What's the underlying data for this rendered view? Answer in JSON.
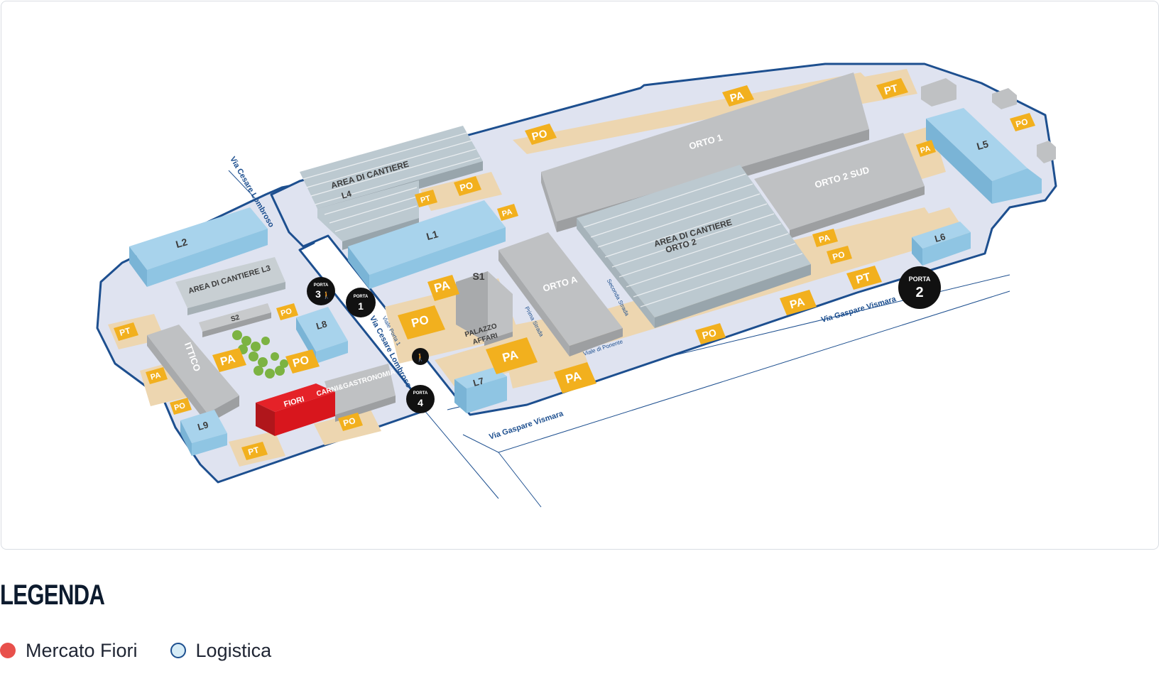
{
  "map": {
    "roads": {
      "via_cesare_lombroso_north": "Via Cesare Lombroso",
      "via_cesare_lombroso_south": "Via Cesare Lombroso",
      "via_gaspare_vismara_south": "Via Gaspare Vismara",
      "via_gaspare_vismara_east": "Via Gaspare Vismara",
      "viale_porta_1": "Viale Porta 1",
      "prima_strada": "Prima Strada",
      "seconda_strada": "Seconda Strada",
      "viale_di_ponente": "Viale di Ponente"
    },
    "buildings": {
      "orto_1": "ORTO 1",
      "orto_2_sud": "ORTO 2 SUD",
      "area_cantiere_orto2_line1": "AREA DI CANTIERE",
      "area_cantiere_orto2_line2": "ORTO 2",
      "area_cantiere_l4_line1": "AREA DI CANTIERE",
      "area_cantiere_l4_line2": "L4",
      "area_cantiere_l3": "AREA DI CANTIERE L3",
      "orto_a": "ORTO A",
      "s1": "S1",
      "palazzo_affari_line1": "PALAZZO",
      "palazzo_affari_line2": "AFFARI",
      "s2": "S2",
      "ittico": "ITTICO",
      "carni_gastronomia": "CARNI&GASTRONOMIA",
      "fiori": "FIORI",
      "l1": "L1",
      "l2": "L2",
      "l5": "L5",
      "l6": "L6",
      "l7": "L7",
      "l8": "L8",
      "l9": "L9"
    },
    "gates": {
      "porta_1_word": "PORTA",
      "porta_1_num": "1",
      "porta_2_word": "PORTA",
      "porta_2_num": "2",
      "porta_3_word": "PORTA",
      "porta_3_num": "3",
      "porta_4_word": "PORTA",
      "porta_4_num": "4"
    },
    "parking": {
      "pa": "PA",
      "po": "PO",
      "pt": "PT"
    },
    "colors": {
      "ground": "#dfe3f0",
      "outline": "#1d4f8f",
      "gray_building": "#bfc1c3",
      "blue_building": "#8fc5e3",
      "red_building": "#d8161d",
      "parking_fill": "#f2b01e",
      "parking_area": "#edd6b0",
      "gate": "#111111",
      "trees": "#7cb342"
    }
  },
  "legend": {
    "title": "LEGENDA",
    "items": [
      {
        "label": "Mercato Fiori",
        "color": "#e8504b"
      },
      {
        "label": "Logistica",
        "color": "#d6ecf7"
      }
    ]
  }
}
